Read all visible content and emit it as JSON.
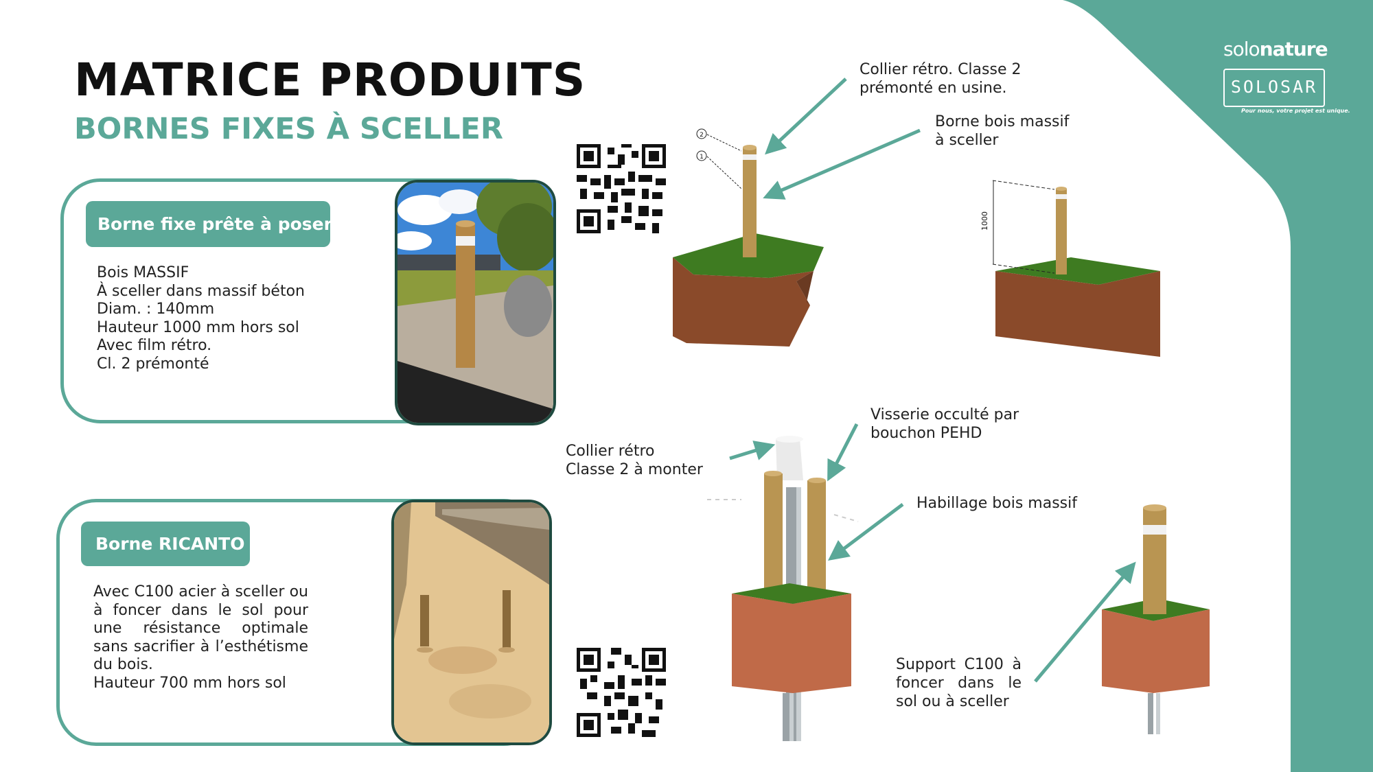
{
  "brand": {
    "name_thin": "solo",
    "name_bold": "nature",
    "logo_box": "SOLOSAR",
    "tagline": "Pour nous, votre projet est unique."
  },
  "header": {
    "title": "MATRICE PRODUITS",
    "subtitle": "BORNES FIXES À SCELLER"
  },
  "products": [
    {
      "name": "Borne fixe prête à poser",
      "specs": [
        "Bois MASSIF",
        "À sceller dans massif béton",
        "Diam. : 140mm",
        "Hauteur 1000 mm hors sol",
        "Avec film rétro.",
        "Cl. 2 prémonté"
      ]
    },
    {
      "name": "Borne RICANTO",
      "specs": [
        "Avec C100 acier à sceller ou à foncer dans le sol pour une résistance optimale sans sacrifier à l’esthétisme du bois.",
        "Hauteur 700 mm hors sol"
      ]
    }
  ],
  "callouts": {
    "collier_premonte": [
      "Collier rétro. Classe 2",
      "prémonté en usine."
    ],
    "borne_bois": [
      "Borne bois massif",
      "à sceller"
    ],
    "dimension": "1000",
    "visserie": [
      "Visserie occulté par",
      "bouchon PEHD"
    ],
    "collier_monter": [
      "Collier rétro",
      "Classe 2 à monter"
    ],
    "habillage": "Habillage bois massif",
    "support": "Support C100 à foncer dans le sol ou à sceller",
    "markers": [
      "2",
      "1"
    ]
  },
  "colors": {
    "teal": "#5ba898",
    "dark_green": "#1f4b40",
    "soil": "#8a4a2a",
    "grass": "#3f7a22",
    "wood": "#b99552"
  }
}
